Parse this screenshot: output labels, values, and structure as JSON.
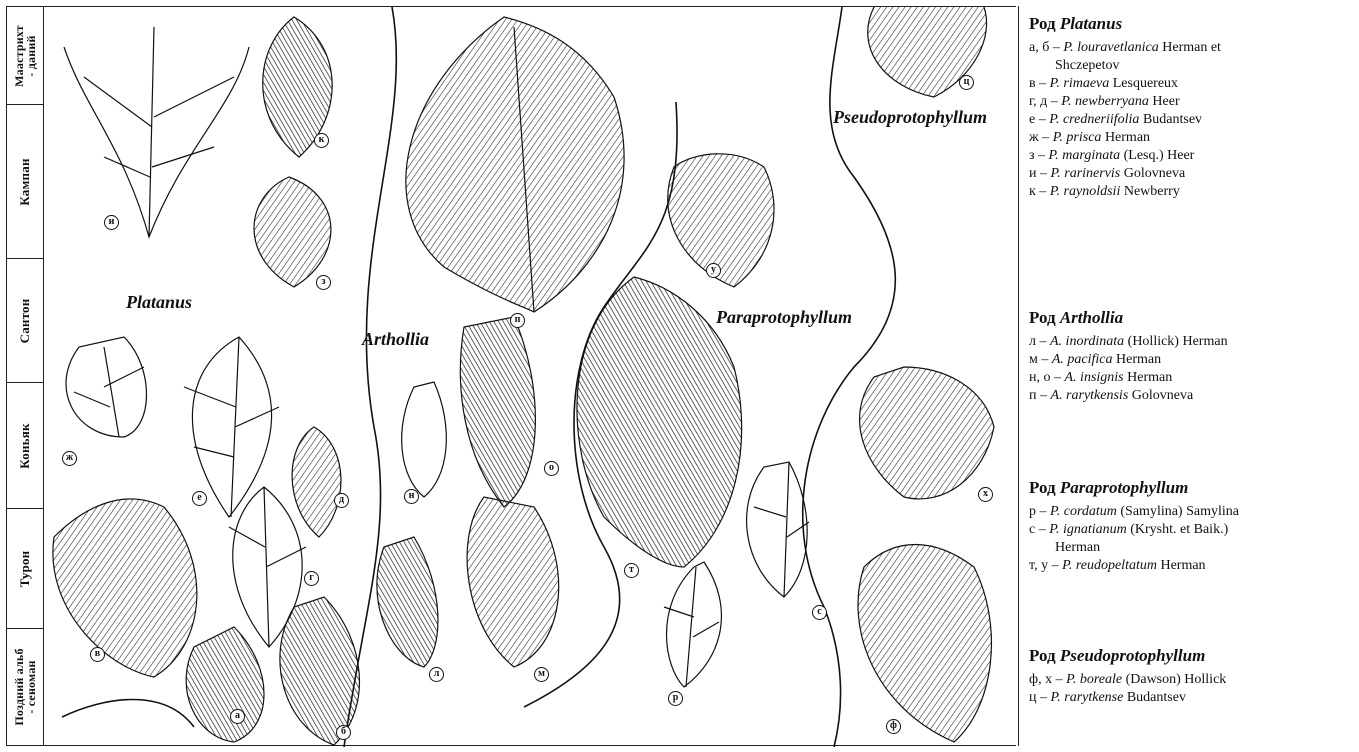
{
  "stages": [
    {
      "label": "Маастрихт\n- даний"
    },
    {
      "label": "Кампан"
    },
    {
      "label": "Сантон"
    },
    {
      "label": "Коньяк"
    },
    {
      "label": "Турон"
    },
    {
      "label": "Поздний альб\n- сеноман"
    }
  ],
  "genus_labels": {
    "platanus": "Platanus",
    "artholia": "Arthollia",
    "paraprotophyllum": "Paraprotophyllum",
    "pseudoprotophyllum": "Pseudoprotophyllum"
  },
  "leaf_letters": {
    "a": "а",
    "b": "б",
    "v": "в",
    "g": "г",
    "d": "д",
    "e": "е",
    "zh": "ж",
    "z": "з",
    "i": "и",
    "k": "к",
    "l": "л",
    "m": "м",
    "n": "н",
    "o": "о",
    "p": "п",
    "r": "р",
    "s": "с",
    "t": "т",
    "u": "у",
    "f": "ф",
    "kh": "х",
    "ts": "ц"
  },
  "legend": {
    "platanus": {
      "title_prefix": "Род",
      "title_genus": "Platanus",
      "entries": [
        {
          "letters": "а, б –",
          "species": "P. louravetlanica",
          "author": "Herman et",
          "cont": "Shczepetov"
        },
        {
          "letters": "в –",
          "species": "P. rimaeva",
          "author": "Lesquereux"
        },
        {
          "letters": "г, д –",
          "species": "P. newberryana",
          "author": "Heer"
        },
        {
          "letters": "е –",
          "species": "P. credneriifolia",
          "author": "Budantsev"
        },
        {
          "letters": "ж –",
          "species": "P. prisca",
          "author": "Herman"
        },
        {
          "letters": "з –",
          "species": "P. marginata",
          "author": "(Lesq.) Heer"
        },
        {
          "letters": "и –",
          "species": "P. rarinervis",
          "author": "Golovneva"
        },
        {
          "letters": "к –",
          "species": "P. raynoldsii",
          "author": "Newberry"
        }
      ]
    },
    "arthollia": {
      "title_prefix": "Род",
      "title_genus": "Arthollia",
      "entries": [
        {
          "letters": "л –",
          "species": "A. inordinata",
          "author": "(Hollick) Herman"
        },
        {
          "letters": "м –",
          "species": "A. pacifica",
          "author": "Herman"
        },
        {
          "letters": "н, о –",
          "species": "A. insignis",
          "author": "Herman"
        },
        {
          "letters": "п –",
          "species": "A. rarytkensis",
          "author": "Golovneva"
        }
      ]
    },
    "paraprotophyllum": {
      "title_prefix": "Род",
      "title_genus": "Paraprotophyllum",
      "entries": [
        {
          "letters": "р –",
          "species": "P. cordatum",
          "author": "(Samylina) Samylina"
        },
        {
          "letters": "с –",
          "species": "P. ignatianum",
          "author": "(Krysht. et Baik.)",
          "cont": "Herman"
        },
        {
          "letters": "т, у –",
          "species": "P. reudopeltatum",
          "author": "Herman"
        }
      ]
    },
    "pseudoprotophyllum": {
      "title_prefix": "Род",
      "title_genus": "Pseudoprotophyllum",
      "entries": [
        {
          "letters": "ф, х –",
          "species": "P. boreale",
          "author": "(Dawson) Hollick"
        },
        {
          "letters": "ц –",
          "species": "P. rarytkense",
          "author": "Budantsev"
        }
      ]
    }
  }
}
